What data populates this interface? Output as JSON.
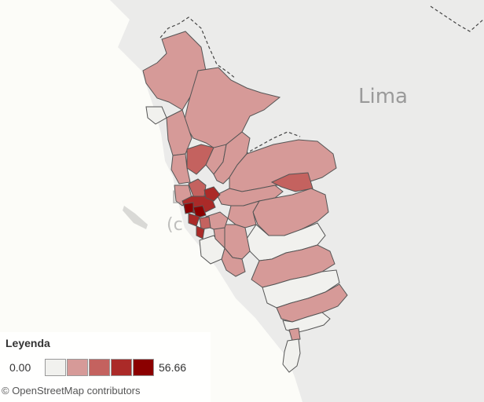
{
  "map": {
    "region_label": "Lima",
    "city_label_top": "L",
    "city_label_bottom": "(c",
    "ocean_color": "#fcfcf8",
    "land_color": "#ebebea",
    "border_color": "#555555"
  },
  "legend": {
    "title": "Leyenda",
    "min_label": "0.00",
    "max_label": "56.66",
    "scale_colors": [
      "#f1f1ee",
      "#d69a98",
      "#c4625f",
      "#ab2a28",
      "#8b0000"
    ]
  },
  "attribution": "© OpenStreetMap contributors"
}
